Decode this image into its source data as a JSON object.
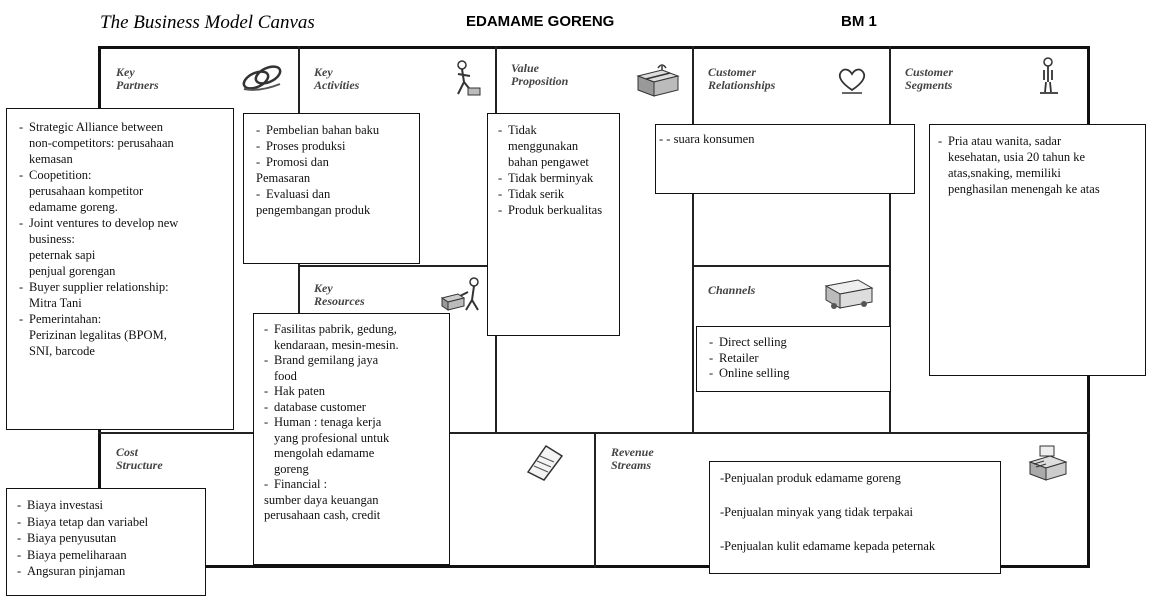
{
  "header": {
    "title": "The Business Model Canvas",
    "name": "EDAMAME GORENG",
    "code": "BM 1"
  },
  "sections": {
    "key_partners": "Key\nPartners",
    "key_activities": "Key\nActivities",
    "value_proposition": "Value\nProposition",
    "customer_relationships": "Customer\nRelationships",
    "customer_segments": "Customer\nSegments",
    "key_resources": "Key\nResources",
    "channels": "Channels",
    "cost_structure": "Cost\nStructure",
    "revenue_streams": "Revenue\nStreams"
  },
  "icons": {
    "key_partners": "chain-links-icon",
    "key_activities": "worker-icon",
    "value_proposition": "gift-box-icon",
    "customer_relationships": "heart-icon",
    "customer_segments": "person-icon",
    "key_resources": "forklift-worker-icon",
    "channels": "truck-icon",
    "cost_structure": "receipt-icon",
    "revenue_streams": "cash-register-icon"
  },
  "key_partners": [
    {
      "text": "Strategic Alliance between",
      "bullet": true
    },
    {
      "text": "non-competitors: perusahaan",
      "bullet": false,
      "indent": true
    },
    {
      "text": "kemasan",
      "bullet": false,
      "indent": true
    },
    {
      "text": "Coopetition:",
      "bullet": true
    },
    {
      "text": "perusahaan kompetitor",
      "bullet": false,
      "indent": true
    },
    {
      "text": "edamame goreng.",
      "bullet": false,
      "indent": true
    },
    {
      "text": "Joint ventures to develop new",
      "bullet": true
    },
    {
      "text": "business:",
      "bullet": false,
      "indent": true
    },
    {
      "text": "peternak sapi",
      "bullet": false,
      "indent": true
    },
    {
      "text": "penjual gorengan",
      "bullet": false,
      "indent": true
    },
    {
      "text": "Buyer supplier relationship:",
      "bullet": true
    },
    {
      "text": "Mitra Tani",
      "bullet": false,
      "indent": true
    },
    {
      "text": "Pemerintahan:",
      "bullet": true
    },
    {
      "text": "Perizinan legalitas  (BPOM,",
      "bullet": false,
      "indent": true
    },
    {
      "text": "SNI, barcode",
      "bullet": false,
      "indent": true
    }
  ],
  "key_activities": [
    {
      "text": "Pembelian bahan baku",
      "bullet": true
    },
    {
      "text": "Proses produksi",
      "bullet": true
    },
    {
      "text": "Promosi  dan",
      "bullet": true
    },
    {
      "text": "Pemasaran",
      "bullet": false
    },
    {
      "text": "Evaluasi dan",
      "bullet": true
    },
    {
      "text": "pengembangan produk",
      "bullet": false
    }
  ],
  "value_proposition": [
    {
      "text": "Tidak",
      "bullet": true
    },
    {
      "text": "menggunakan",
      "bullet": false,
      "indent": true
    },
    {
      "text": "bahan pengawet",
      "bullet": false,
      "indent": true
    },
    {
      "text": "Tidak berminyak",
      "bullet": true
    },
    {
      "text": "Tidak serik",
      "bullet": true
    },
    {
      "text": "Produk berkualitas",
      "bullet": true
    }
  ],
  "customer_relationships": "- - suara konsumen",
  "customer_segments": [
    {
      "text": "Pria atau wanita, sadar",
      "bullet": true
    },
    {
      "text": "kesehatan, usia 20 tahun ke",
      "bullet": false,
      "indent": true
    },
    {
      "text": "atas,snaking, memiliki",
      "bullet": false,
      "indent": true
    },
    {
      "text": "penghasilan menengah ke atas",
      "bullet": false,
      "indent": true
    }
  ],
  "key_resources": [
    {
      "text": "Fasilitas pabrik, gedung,",
      "bullet": true
    },
    {
      "text": "kendaraan, mesin-mesin.",
      "bullet": false,
      "indent": true
    },
    {
      "text": "Brand gemilang  jaya",
      "bullet": true
    },
    {
      "text": "food",
      "bullet": false,
      "indent": true
    },
    {
      "text": " Hak paten",
      "bullet": true
    },
    {
      "text": "database customer",
      "bullet": true
    },
    {
      "text": "Human : tenaga kerja",
      "bullet": true
    },
    {
      "text": "yang profesional untuk",
      "bullet": false,
      "indent": true
    },
    {
      "text": "mengolah edamame",
      "bullet": false,
      "indent": true
    },
    {
      "text": "goreng",
      "bullet": false,
      "indent": true
    },
    {
      "text": "Financial :",
      "bullet": true
    },
    {
      "text": "sumber daya keuangan",
      "bullet": false
    },
    {
      "text": "perusahaan cash, credit",
      "bullet": false
    }
  ],
  "channels": [
    {
      "text": "Direct selling",
      "bullet": true
    },
    {
      "text": "Retailer",
      "bullet": true
    },
    {
      "text": "Online selling",
      "bullet": true
    }
  ],
  "cost_structure": [
    {
      "text": "Biaya investasi",
      "bullet": true
    },
    {
      "text": "Biaya tetap dan variabel",
      "bullet": true
    },
    {
      "text": "Biaya penyusutan",
      "bullet": true
    },
    {
      "text": "Biaya pemeliharaan",
      "bullet": true
    },
    {
      "text": "Angsuran pinjaman",
      "bullet": true
    }
  ],
  "revenue_streams": [
    "-Penjualan produk edamame goreng",
    "-Penjualan minyak yang tidak terpakai",
    "-Penjualan kulit edamame kepada peternak"
  ]
}
